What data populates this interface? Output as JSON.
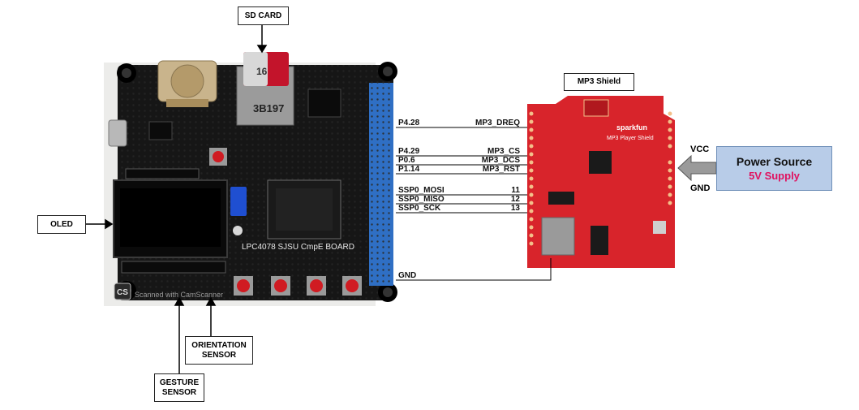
{
  "callouts": {
    "sd_card": "SD CARD",
    "oled": "OLED",
    "orientation_sensor": "ORIENTATION SENSOR",
    "gesture_sensor": "GESTURE SENSOR",
    "mp3_shield": "MP3 Shield"
  },
  "connections": [
    {
      "pin": "P4.28",
      "signal": "MP3_DREQ"
    },
    {
      "pin": "P4.29",
      "signal": "MP3_CS"
    },
    {
      "pin": "P0.6",
      "signal": "MP3_DCS"
    },
    {
      "pin": "P1.14",
      "signal": "MP3_RST"
    },
    {
      "pin": "SSP0_MOSI",
      "signal": "11"
    },
    {
      "pin": "SSP0_MISO",
      "signal": "12"
    },
    {
      "pin": "SSP0_SCK",
      "signal": "13"
    },
    {
      "pin": "GND",
      "signal": ""
    }
  ],
  "power": {
    "title": "Power Source",
    "subtitle": "5V Supply",
    "vcc_label": "VCC",
    "gnd_label": "GND"
  },
  "board_silkscreen": {
    "board_name": "LPC4078 SJSU CmpE BOARD",
    "sd_text": "16",
    "chip_code": "3B197",
    "shield_brand": "sparkfun",
    "shield_name": "MP3 Player Shield",
    "scanner_logo": "CS",
    "scanner_text": "Scanned with CamScanner"
  },
  "colors": {
    "pcb_black": "#161616",
    "header_blue": "#2f6fc4",
    "shield_red": "#d8242b",
    "power_box": "#b8cce8",
    "accent_pink": "#e0115f"
  }
}
